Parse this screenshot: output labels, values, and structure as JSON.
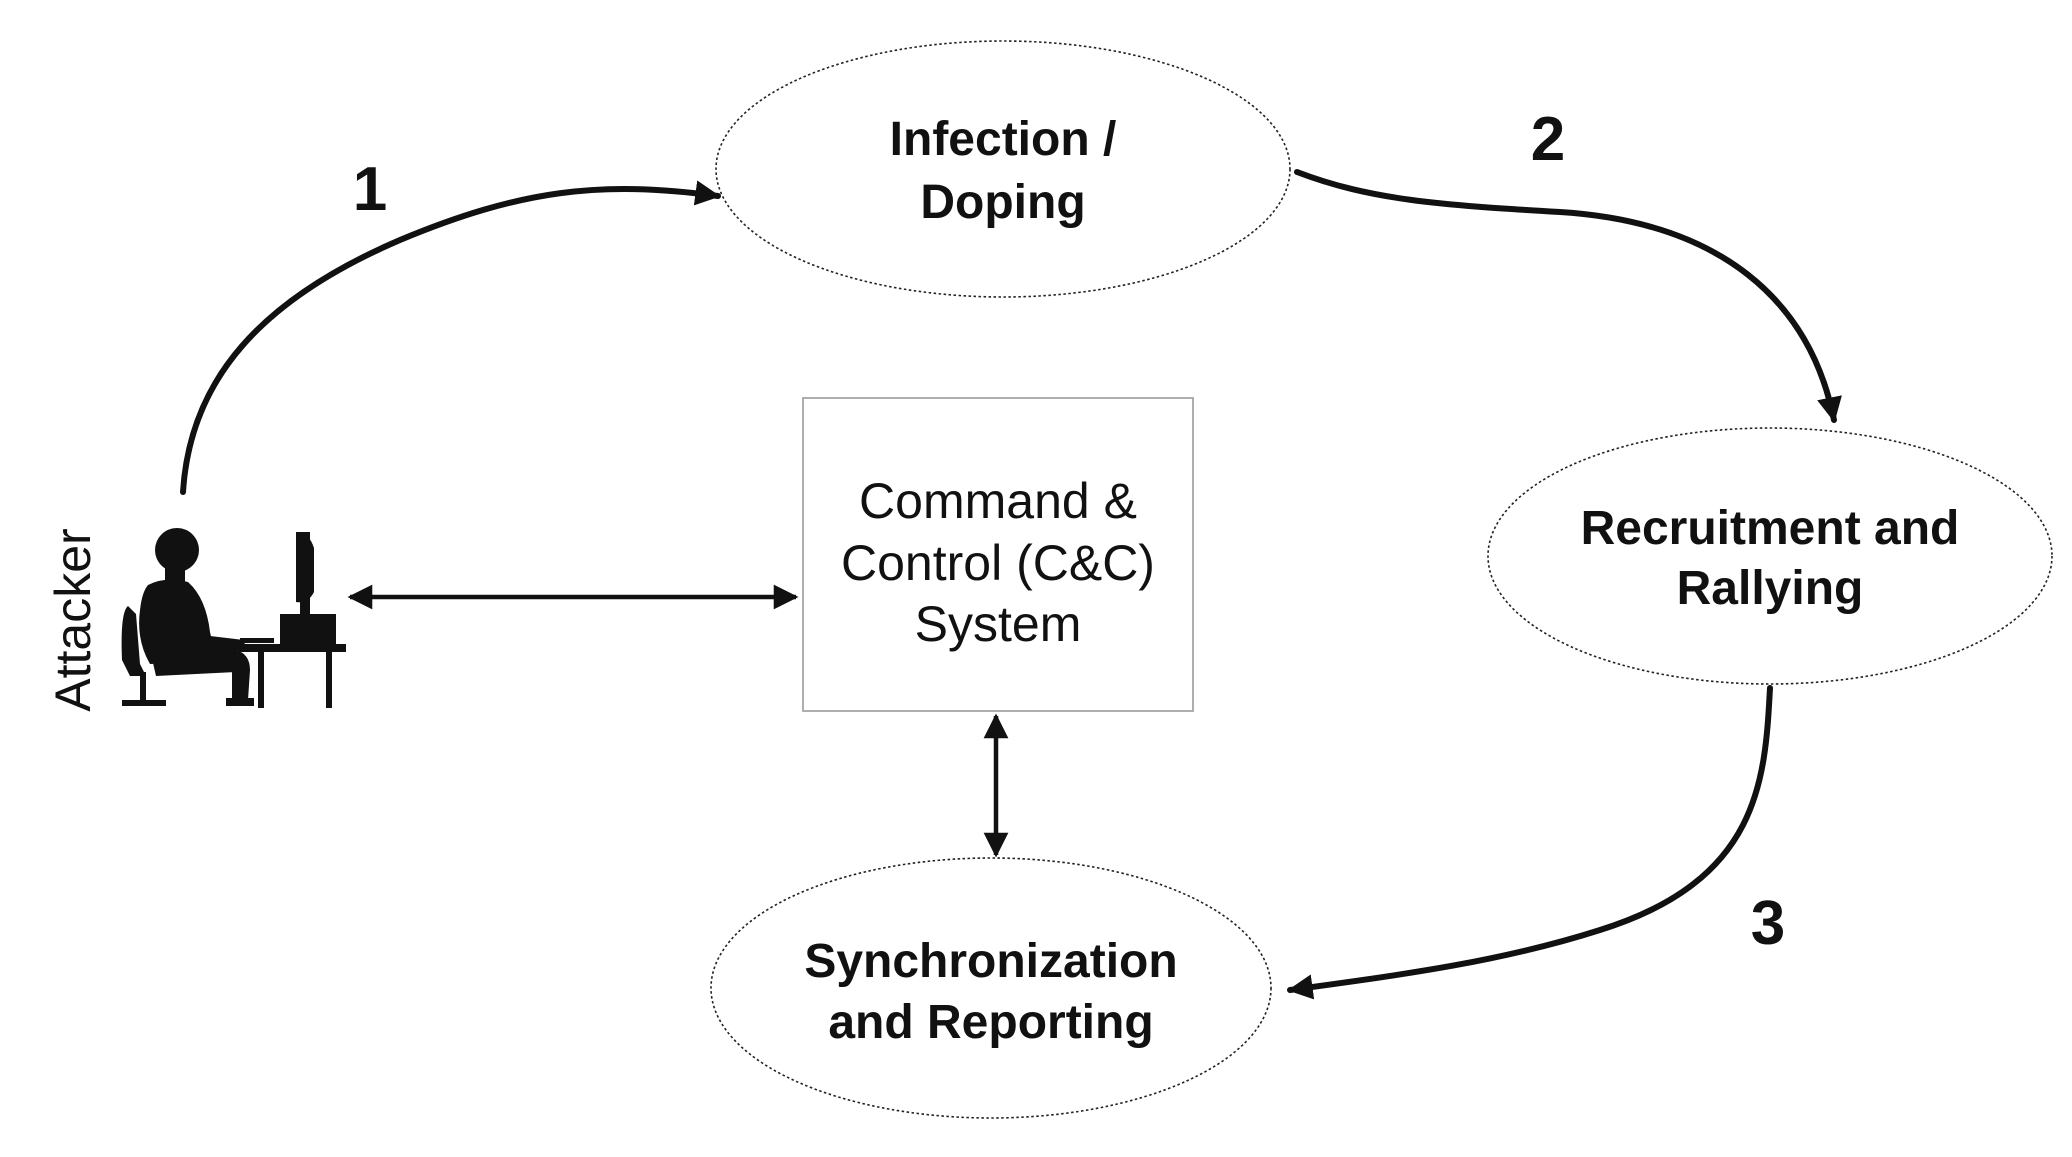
{
  "nodes": {
    "infection": {
      "line1": "Infection /",
      "line2": "Doping"
    },
    "recruitment": {
      "line1": "Recruitment and",
      "line2": "Rallying"
    },
    "synchronization": {
      "line1": "Synchronization",
      "line2": "and Reporting"
    },
    "cnc": {
      "line1": "Command &",
      "line2": "Control (C&C)",
      "line3": "System"
    }
  },
  "actor": {
    "label": "Attacker"
  },
  "steps": {
    "step1": "1",
    "step2": "2",
    "step3": "3"
  },
  "colors": {
    "ink": "#111111",
    "box_border": "#9a9a9a",
    "background": "#ffffff"
  }
}
